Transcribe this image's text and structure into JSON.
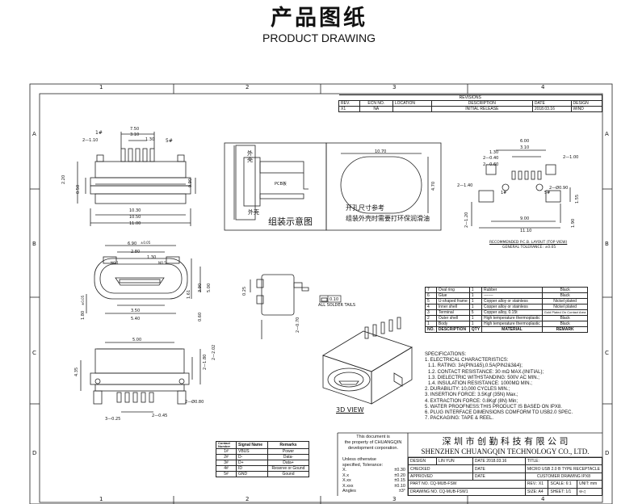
{
  "header": {
    "title_cn": "产品图纸",
    "title_en": "PRODUCT DRAWING"
  },
  "frame": {
    "cols": [
      "1",
      "2",
      "3",
      "4"
    ],
    "rows": [
      "A",
      "B",
      "C",
      "D"
    ]
  },
  "revisions": {
    "caption": "REVISIONS",
    "headers": [
      "REV.",
      "ECN NO.",
      "LOCATION",
      "DESCRIPTION",
      "DATE",
      "DESIGN"
    ],
    "row": [
      "X1",
      "NA",
      "",
      "INITIAL RELEASE",
      "2018.03.16",
      "WIND"
    ]
  },
  "dims": {
    "top_view": [
      "1#",
      "2—1.10",
      "7.50",
      "3.10",
      "1.30",
      "5#",
      "2.20",
      "0.50",
      "0.90",
      "10.30",
      "10.50",
      "11.00"
    ],
    "front_view": [
      "6.90",
      "±0.05",
      "2.80",
      "1.30",
      "3.90",
      "5.00",
      "1.61",
      "0.60",
      "3.50",
      "5.40",
      "1.80",
      "±0.05",
      "NO.1",
      "NO.5"
    ],
    "bottom_view": [
      "5.00",
      "4.35",
      "2—2.02",
      "2—1.80",
      "2—Ø0.80",
      "3—0.25",
      "2—0.45"
    ],
    "side_view": [
      "0.25",
      "0.10",
      "ALL SOLDER TAILS",
      "2—0.70"
    ],
    "pcb": [
      "6.00",
      "3.10",
      "1.30",
      "2—0.40",
      "2—0.60",
      "2—1.00",
      "2—1.40",
      "1#",
      "5#",
      "2—Ø0.90",
      "1.55",
      "9.00",
      "11.10",
      "1.90",
      "2—1.20"
    ],
    "slot": [
      "10.70",
      "4.70"
    ]
  },
  "assembly": {
    "label_shell": "外壳",
    "label_pcb": "PCB板",
    "label_caption": "组装示意图",
    "label_shell2": "外壳",
    "note1": "开孔尺寸参考",
    "note2": "组装外壳时需要打环保润滑油"
  },
  "pcb_layout": {
    "line1": "RECOMMENDED P.C.B. LAYOUT (TOP VIEW)",
    "line2": "GENERAL TOLERANCE: ±0.05"
  },
  "view_3d": "3D VIEW",
  "bom": {
    "rows": [
      [
        "7",
        "Oval ring",
        "1",
        "Rubber",
        "Black"
      ],
      [
        "6",
        "Glue",
        "1",
        "-------",
        "Black"
      ],
      [
        "5",
        "U-shaped frame",
        "1",
        "Copper alloy or stainless",
        "Nickel plated"
      ],
      [
        "4",
        "Inner shell",
        "1",
        "Copper alloy or stainless",
        "Nickel plated"
      ],
      [
        "3",
        "Terminal",
        "5",
        "Copper alloy, 0.15t",
        "Gold Plated On Contact Area"
      ],
      [
        "2",
        "Outer shell",
        "1",
        "High temperature thermoplastic",
        "Black"
      ],
      [
        "1",
        "Body",
        "1",
        "High temperature thermoplastic",
        "Black"
      ]
    ],
    "footer": [
      "NO.",
      "DESCRIPTION",
      "QTY",
      "MATERIAL",
      "REMARK"
    ]
  },
  "specs": {
    "title": "SPECIFICATIONS:",
    "lines": [
      "1. ELECTRICAL CHARACTERISTICS:",
      "  1.1. RATING: 3A(PIN1&5),0.5A(PIN2&3&4);",
      "  1.2. CONTACT RESISTANCE: 30 mΩ MAX.(INITIAL);",
      "  1.3. DIELECTRIC WITHSTANDING: 500V AC MIN.;",
      "  1.4. INSULATION RESISTANCE: 1000MΩ MIN.;",
      "2. DURABILITY: 10,000 CYCLES MIN.;",
      "3. INSERTION FORCE: 3.5Kgf (35N) Max.;",
      "4. EXTRACTION FORCE: 0.8Kgf (8N) Min;",
      "5. WATER PROOFNESS:THIS PRODUCT IS BASED ON IPX8.",
      "6. PLUG INTERFACE DIMENSIONS COMFORM TO USB2.0 SPEC.",
      "7. PACKAGING: TAPE & REEL."
    ]
  },
  "pins": {
    "headers": [
      "Contact Number",
      "Signal Name",
      "Remarks"
    ],
    "rows": [
      [
        "1#",
        "VBUS",
        "Power"
      ],
      [
        "2#",
        "D-",
        "Data-"
      ],
      [
        "3#",
        "D+",
        "Data+"
      ],
      [
        "4#",
        "ID",
        "Reserve or Gound"
      ],
      [
        "5#",
        "GND",
        "Gound"
      ]
    ]
  },
  "title_block": {
    "notice": [
      "This document is",
      "the property of CHUANGQIN",
      "development corporation."
    ],
    "tol_title": [
      "Unless otherwise",
      "specified, Tolerance:"
    ],
    "tol": [
      [
        "X.",
        "±0.30"
      ],
      [
        "X.x",
        "±0.20"
      ],
      [
        "X.xx",
        "±0.15"
      ],
      [
        "X.xxx",
        "±0.10"
      ],
      [
        "Angles",
        "±3°"
      ]
    ],
    "company_cn": "深 圳 市 创 勤 科 技 有 限 公 司",
    "company_en": "SHENZHEN CHUANGQIN TECHNOLOGY CO., LTD.",
    "design": "DESIGN",
    "designer": "LIN YUN",
    "date1": "DATE 2018.03.16",
    "title_lbl": "TITLE:",
    "checked": "CHECKED",
    "date": "DATE",
    "title_val": "MICRO USB 2.0 B TYPE RECEPTACLE",
    "approved": "APPROVED",
    "title_val2": "CUSTOMER DRAWING  IPX8",
    "part_no": "PART NO. CQ-MUB-FSW",
    "rev": "REV.: X1",
    "scale": "SCALE: 6:1",
    "unit": "UNIT: mm",
    "drawing_no": "DRAWING NO. CQ-MUB-FSW1",
    "size": "SIZE: A4",
    "sheet": "SHEET: 1/1"
  }
}
